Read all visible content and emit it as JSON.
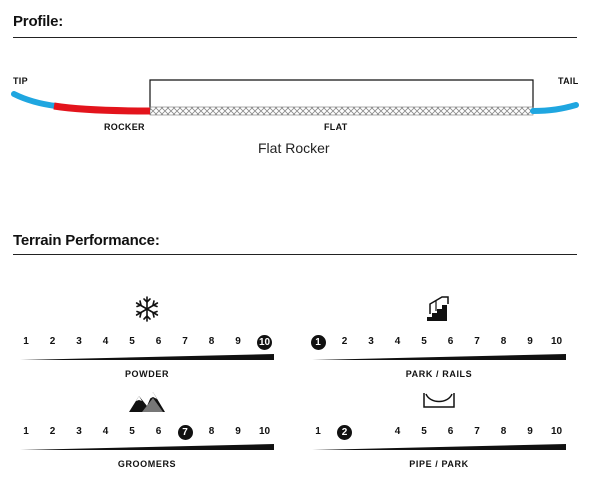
{
  "profile": {
    "heading": "Profile:",
    "tip_label": "TIP",
    "tail_label": "TAIL",
    "rocker_label": "ROCKER",
    "flat_label": "FLAT",
    "caption": "Flat Rocker",
    "colors": {
      "tip_tail": "#1fa6e0",
      "rocker": "#e3141c",
      "flat_hatch": "#888888"
    }
  },
  "terrain": {
    "heading": "Terrain Performance:",
    "meters": [
      {
        "label": "POWDER",
        "icon": "snowflake-icon",
        "numbers": [
          "1",
          "2",
          "3",
          "4",
          "5",
          "6",
          "7",
          "8",
          "9",
          "10"
        ],
        "rating": 10
      },
      {
        "label": "PARK / RAILS",
        "icon": "stairs-rail-icon",
        "numbers": [
          "1",
          "2",
          "3",
          "4",
          "5",
          "6",
          "7",
          "8",
          "9",
          "10"
        ],
        "rating": 1
      },
      {
        "label": "GROOMERS",
        "icon": "mountain-icon",
        "numbers": [
          "1",
          "2",
          "3",
          "4",
          "5",
          "6",
          "7",
          "8",
          "9",
          "10"
        ],
        "rating": 7
      },
      {
        "label": "PIPE / PARK",
        "icon": "halfpipe-icon",
        "numbers": [
          "1",
          "2",
          "",
          "4",
          "5",
          "6",
          "7",
          "8",
          "9",
          "10"
        ],
        "rating": 2
      }
    ]
  }
}
